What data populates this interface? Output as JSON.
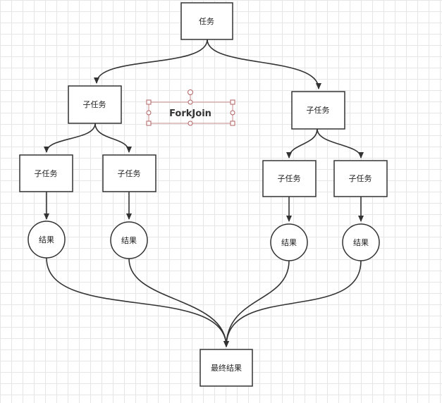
{
  "nodes": {
    "root": "任务",
    "sub_left": "子任务",
    "sub_right": "子任务",
    "leaf_1": "子任务",
    "leaf_2": "子任务",
    "leaf_3": "子任务",
    "leaf_4": "子任务",
    "result_1": "结果",
    "result_2": "结果",
    "result_3": "结果",
    "result_4": "结果",
    "final": "最终结果"
  },
  "label": {
    "text": "ForkJoin"
  },
  "colors": {
    "stroke": "#333333",
    "node_fill": "#ffffff",
    "selection": "#c98a8a"
  }
}
